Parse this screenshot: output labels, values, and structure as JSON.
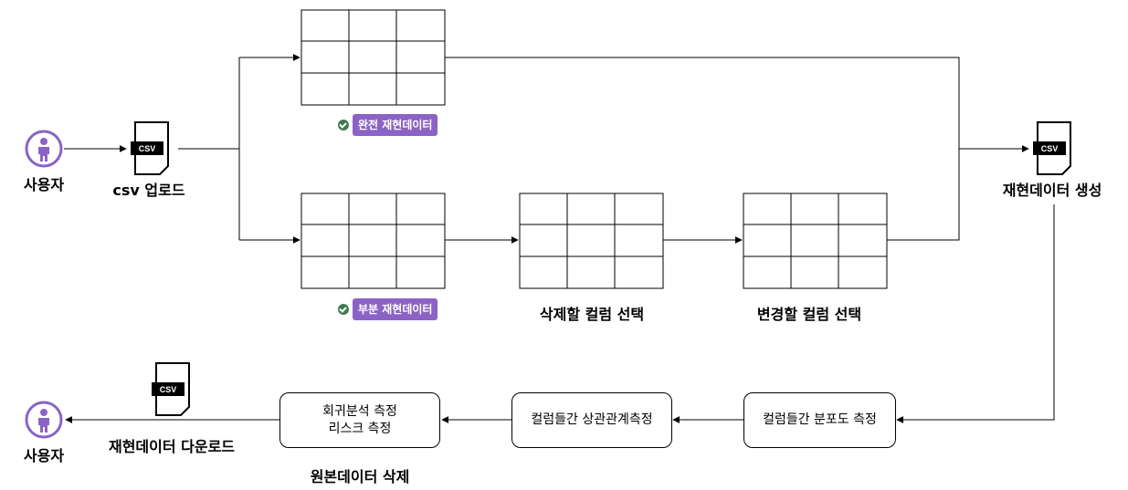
{
  "actors": {
    "user_top": "사용자",
    "user_bottom": "사용자"
  },
  "files": {
    "csv_label": "CSV",
    "upload_label": "csv 업로드",
    "generate_label": "재현데이터 생성",
    "download_label": "재현데이터 다운로드"
  },
  "tables": {
    "full_badge": "완전 재현데이터",
    "partial_badge": "부분 재현데이터",
    "delete_cols_label": "삭제할 컬럼 선택",
    "change_cols_label": "변경할 컬럼 선택"
  },
  "process": {
    "distribution": "컬럼들간 분포도 측정",
    "correlation": "컬럼들간 상관관계측정",
    "regression_line1": "회귀분석 측정",
    "regression_line2": "리스크 측정",
    "delete_original_label": "원본데이터 삭제"
  },
  "colors": {
    "user_icon": "#8b63c6",
    "badge": "#8b63c6",
    "check_icon": "#3f7a52"
  }
}
